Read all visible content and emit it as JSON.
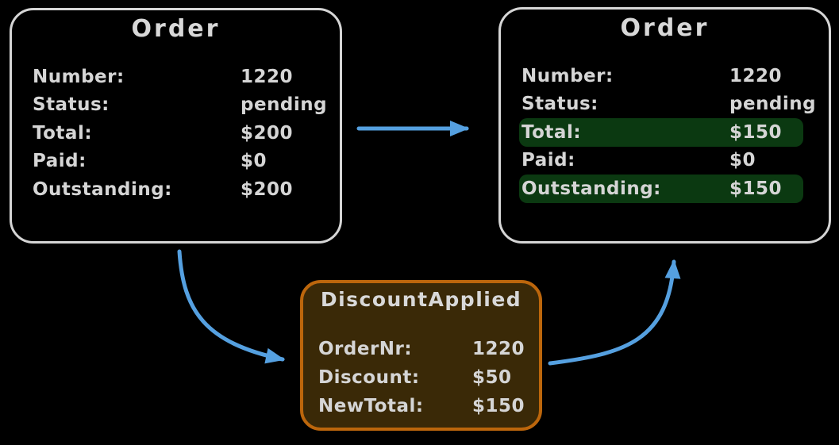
{
  "colors": {
    "background": "#000000",
    "order_box_border": "#d5d5d5",
    "text": "#d5d5d5",
    "highlight_green": "#0b3911",
    "event_box_fill": "#3a2907",
    "event_box_border": "#bc660c",
    "arrow_blue": "#55a0e0"
  },
  "order_before": {
    "title": "Order",
    "rows": [
      {
        "label": "Number:",
        "value": "1220",
        "highlight": false
      },
      {
        "label": "Status:",
        "value": "pending",
        "highlight": false
      },
      {
        "label": "Total:",
        "value": "$200",
        "highlight": false
      },
      {
        "label": "Paid:",
        "value": "$0",
        "highlight": false
      },
      {
        "label": "Outstanding:",
        "value": "$200",
        "highlight": false
      }
    ]
  },
  "order_after": {
    "title": "Order",
    "rows": [
      {
        "label": "Number:",
        "value": "1220",
        "highlight": false
      },
      {
        "label": "Status:",
        "value": "pending",
        "highlight": false
      },
      {
        "label": "Total:",
        "value": "$150",
        "highlight": true
      },
      {
        "label": "Paid:",
        "value": "$0",
        "highlight": false
      },
      {
        "label": "Outstanding:",
        "value": "$150",
        "highlight": true
      }
    ]
  },
  "event": {
    "title": "DiscountApplied",
    "rows": [
      {
        "label": "OrderNr:",
        "value": "1220"
      },
      {
        "label": "Discount:",
        "value": "$50"
      },
      {
        "label": "NewTotal:",
        "value": "$150"
      }
    ]
  },
  "arrows": [
    {
      "from": "order-before",
      "to": "order-after",
      "shape": "straight-right"
    },
    {
      "from": "order-before",
      "to": "discount-applied-event",
      "shape": "curve-down-right"
    },
    {
      "from": "discount-applied-event",
      "to": "order-after",
      "shape": "curve-up-right"
    }
  ]
}
